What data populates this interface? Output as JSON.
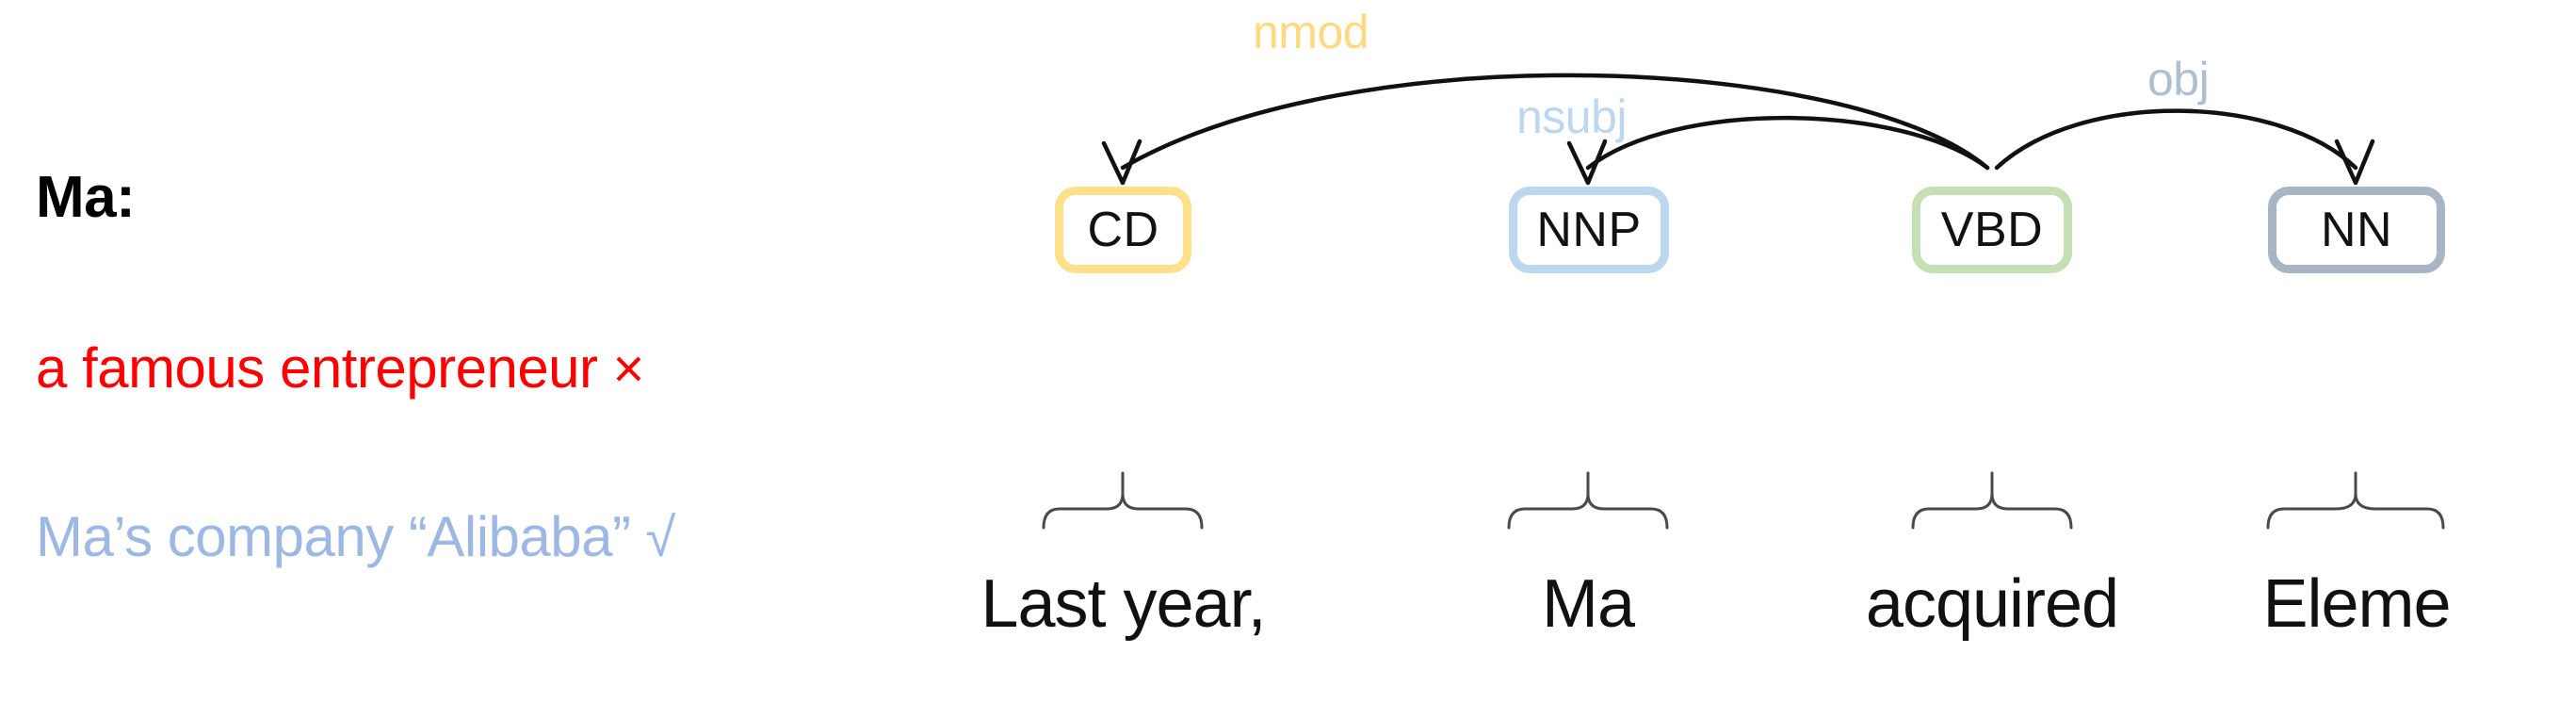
{
  "left_panel": {
    "entity_title": "Ma:",
    "candidates": [
      {
        "text": "a famous entrepreneur",
        "mark": "×",
        "color": "#FF0000",
        "verdict": "incorrect"
      },
      {
        "text": "Ma’s company “Alibaba”",
        "mark": "√",
        "color": "#9DB9E3",
        "verdict": "correct"
      }
    ]
  },
  "parse": {
    "sentence": "Last year, Ma acquired Eleme",
    "tokens": [
      {
        "word": "Last year,",
        "pos": "CD",
        "color": "#FDE08A"
      },
      {
        "word": "Ma",
        "pos": "NNP",
        "color": "#BDD7EE"
      },
      {
        "word": "acquired",
        "pos": "VBD",
        "color": "#C5E0B4"
      },
      {
        "word": "Eleme",
        "pos": "NN",
        "color": "#A8B5C4"
      }
    ],
    "dependencies": [
      {
        "label": "nmod",
        "head": "VBD",
        "dependent": "CD",
        "color": "#FDD981"
      },
      {
        "label": "nsubj",
        "head": "VBD",
        "dependent": "NNP",
        "color": "#BDD7EE"
      },
      {
        "label": "obj",
        "head": "VBD",
        "dependent": "NN",
        "color": "#B0BFD0"
      }
    ],
    "arc_color": "#111111"
  }
}
